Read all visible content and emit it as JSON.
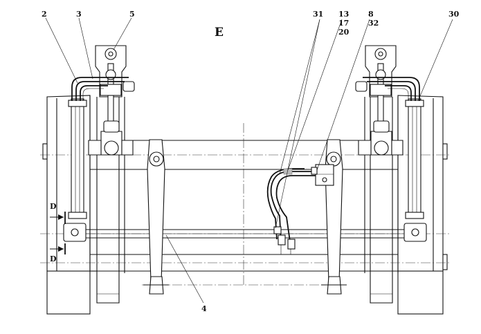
{
  "view_label": "E",
  "callouts": {
    "c2": "2",
    "c3": "3",
    "c5": "5",
    "c31": "31",
    "c13": "13",
    "c17": "17",
    "c20": "20",
    "c8": "8",
    "c32": "32",
    "c30": "30",
    "c4": "4"
  },
  "section_marks": {
    "top": "D",
    "bottom": "D"
  }
}
